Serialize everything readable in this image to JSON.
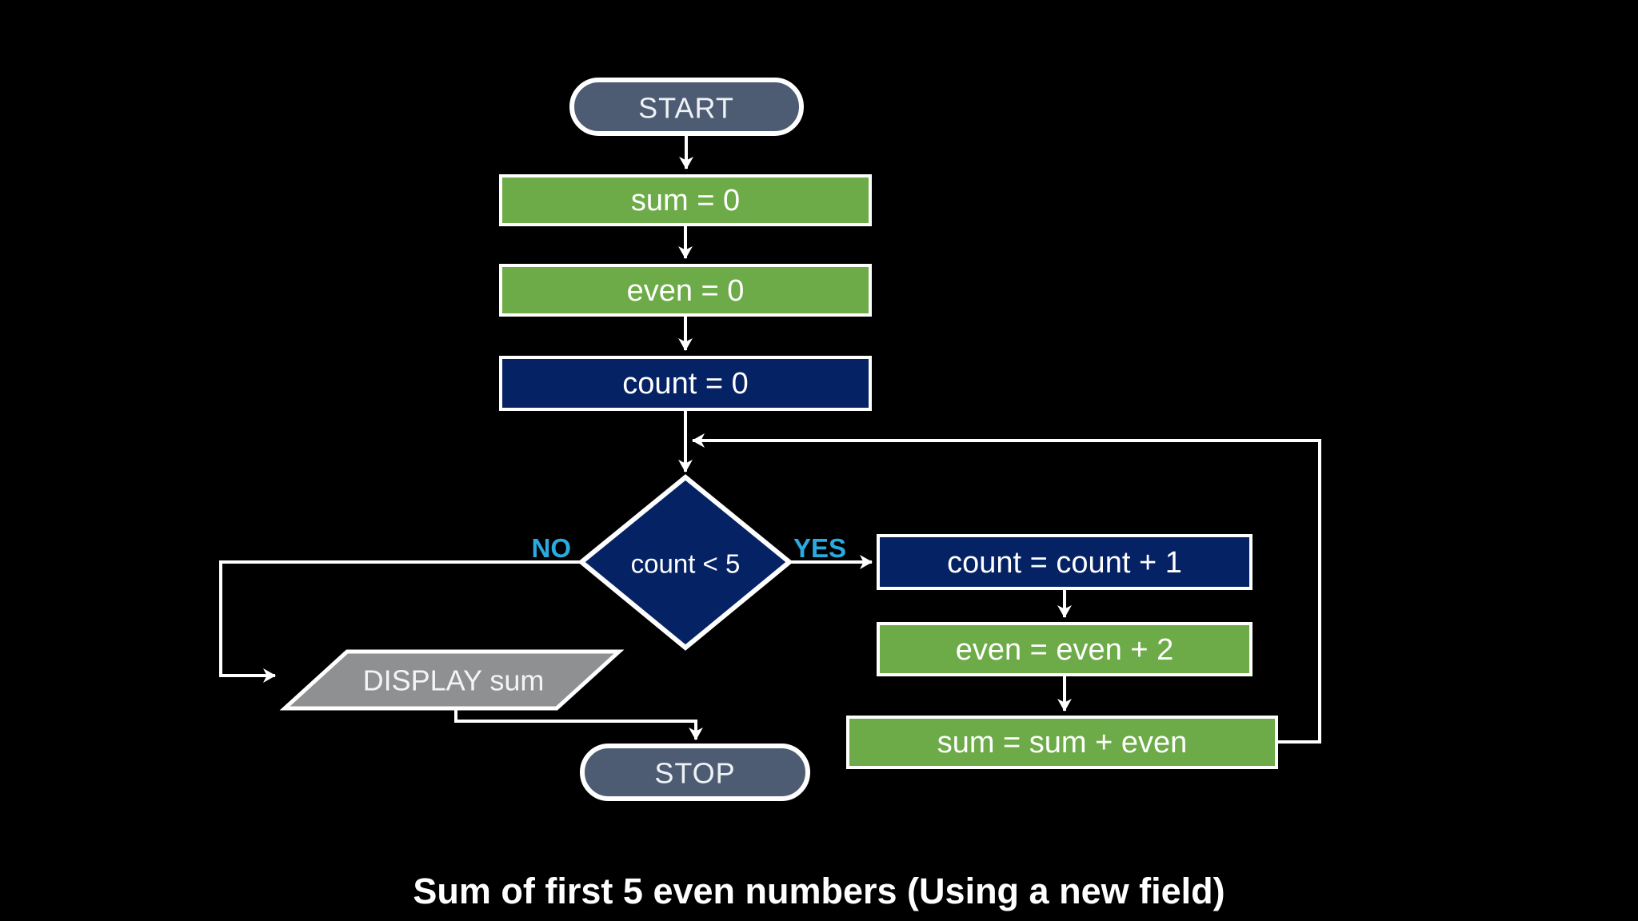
{
  "title": "Sum of first 5 even numbers (Using a new field)",
  "nodes": {
    "start": {
      "label": "START",
      "type": "terminator"
    },
    "init_sum": {
      "label": "sum = 0",
      "type": "process"
    },
    "init_even": {
      "label": "even = 0",
      "type": "process"
    },
    "init_count": {
      "label": "count = 0",
      "type": "process"
    },
    "decision": {
      "label": "count < 5",
      "type": "decision"
    },
    "inc_count": {
      "label": "count = count + 1",
      "type": "process"
    },
    "inc_even": {
      "label": "even = even + 2",
      "type": "process"
    },
    "acc_sum": {
      "label": "sum = sum + even",
      "type": "process"
    },
    "display": {
      "label": "DISPLAY sum",
      "type": "input-output"
    },
    "stop": {
      "label": "STOP",
      "type": "terminator"
    }
  },
  "edge_labels": {
    "no": "NO",
    "yes": "YES"
  },
  "colors": {
    "background": "#000000",
    "process_green": "#6cab47",
    "process_navy": "#052264",
    "terminator_slate": "#4d5c73",
    "io_gray": "#8e9092",
    "branch_label_cyan": "#29abe2",
    "line_and_text": "#ffffff"
  }
}
